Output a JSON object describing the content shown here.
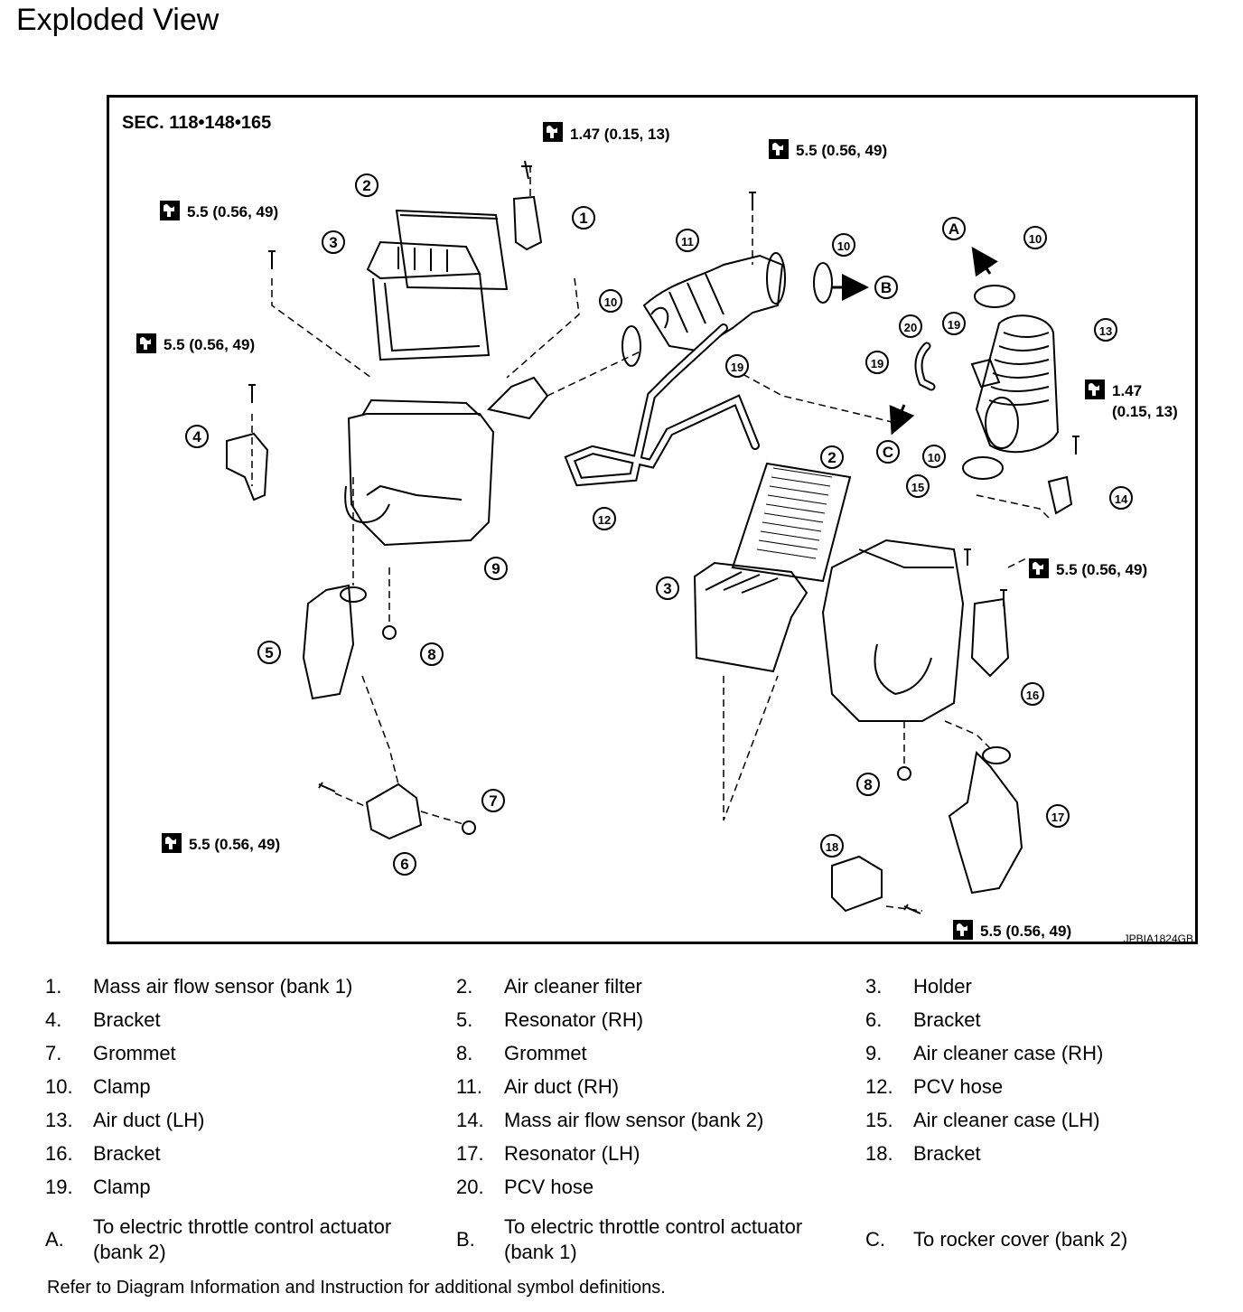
{
  "title": "Exploded View",
  "section": "SEC. 118•148•165",
  "figure_code": "JPBIA1824GB",
  "torques": {
    "t_1_47": "1.47 (0.15, 13)",
    "t_1_47_line1": "1.47",
    "t_1_47_line2": "(0.15, 13)",
    "t_5_5": "5.5 (0.56, 49)"
  },
  "callouts": [
    "1",
    "2",
    "3",
    "4",
    "5",
    "6",
    "7",
    "8",
    "9",
    "10",
    "11",
    "12",
    "13",
    "14",
    "15",
    "16",
    "17",
    "18",
    "19",
    "20",
    "A",
    "B",
    "C"
  ],
  "legend": [
    {
      "num": "1.",
      "text": "Mass air flow sensor (bank 1)"
    },
    {
      "num": "2.",
      "text": "Air cleaner filter"
    },
    {
      "num": "3.",
      "text": "Holder"
    },
    {
      "num": "4.",
      "text": "Bracket"
    },
    {
      "num": "5.",
      "text": "Resonator (RH)"
    },
    {
      "num": "6.",
      "text": "Bracket"
    },
    {
      "num": "7.",
      "text": "Grommet"
    },
    {
      "num": "8.",
      "text": "Grommet"
    },
    {
      "num": "9.",
      "text": "Air cleaner case (RH)"
    },
    {
      "num": "10.",
      "text": "Clamp"
    },
    {
      "num": "11.",
      "text": "Air duct (RH)"
    },
    {
      "num": "12.",
      "text": "PCV hose"
    },
    {
      "num": "13.",
      "text": "Air duct (LH)"
    },
    {
      "num": "14.",
      "text": "Mass air flow sensor (bank 2)"
    },
    {
      "num": "15.",
      "text": "Air cleaner case (LH)"
    },
    {
      "num": "16.",
      "text": "Bracket"
    },
    {
      "num": "17.",
      "text": "Resonator (LH)"
    },
    {
      "num": "18.",
      "text": "Bracket"
    },
    {
      "num": "19.",
      "text": "Clamp"
    },
    {
      "num": "20.",
      "text": "PCV hose"
    },
    {
      "num": "A.",
      "text": "To electric throttle control actuator (bank 2)"
    },
    {
      "num": "B.",
      "text": "To electric throttle control actuator (bank 1)"
    },
    {
      "num": "C.",
      "text": "To rocker cover (bank 2)"
    }
  ],
  "footnote": "Refer to Diagram Information and Instruction for additional symbol definitions."
}
